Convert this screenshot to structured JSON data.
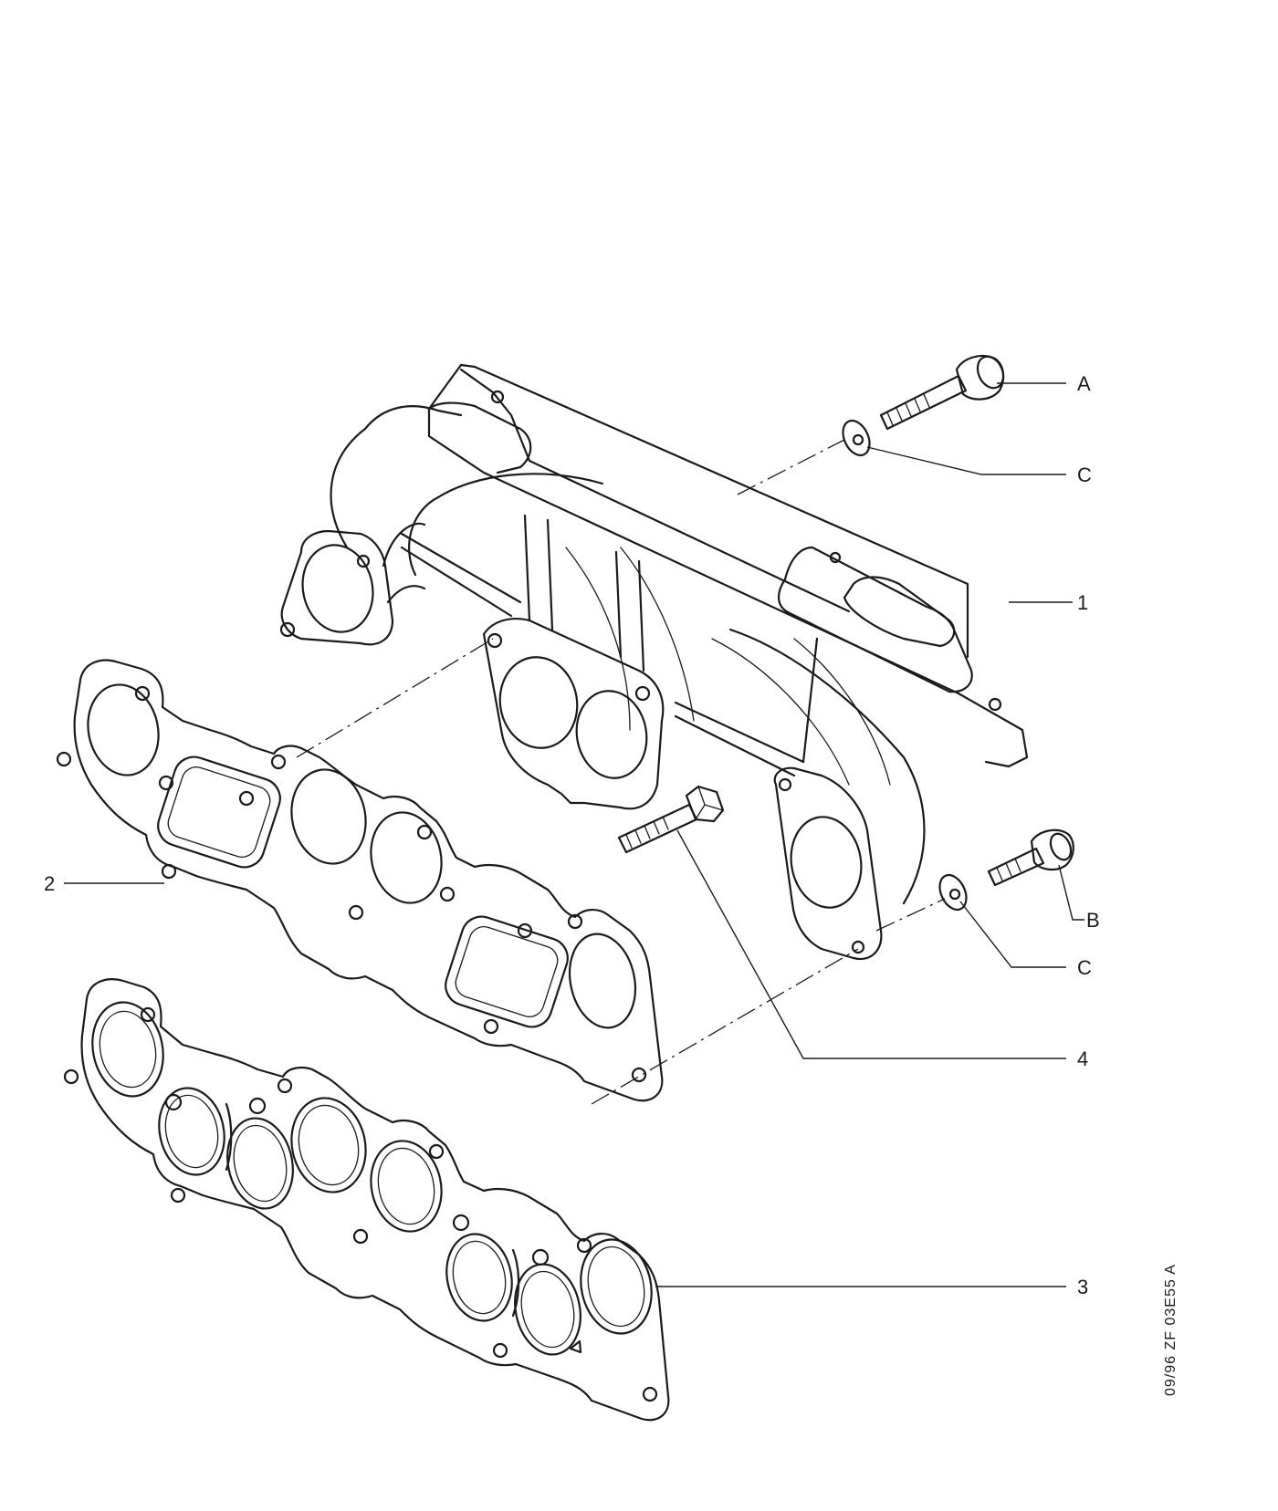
{
  "callouts": {
    "A": "A",
    "B": "B",
    "C_top": "C",
    "C_bottom": "C",
    "n1": "1",
    "n2": "2",
    "n3": "3",
    "n4": "4"
  },
  "reference": "09/96  ZF  03E55 A",
  "colors": {
    "ink": "#1b1b1b",
    "paper": "#ffffff"
  }
}
